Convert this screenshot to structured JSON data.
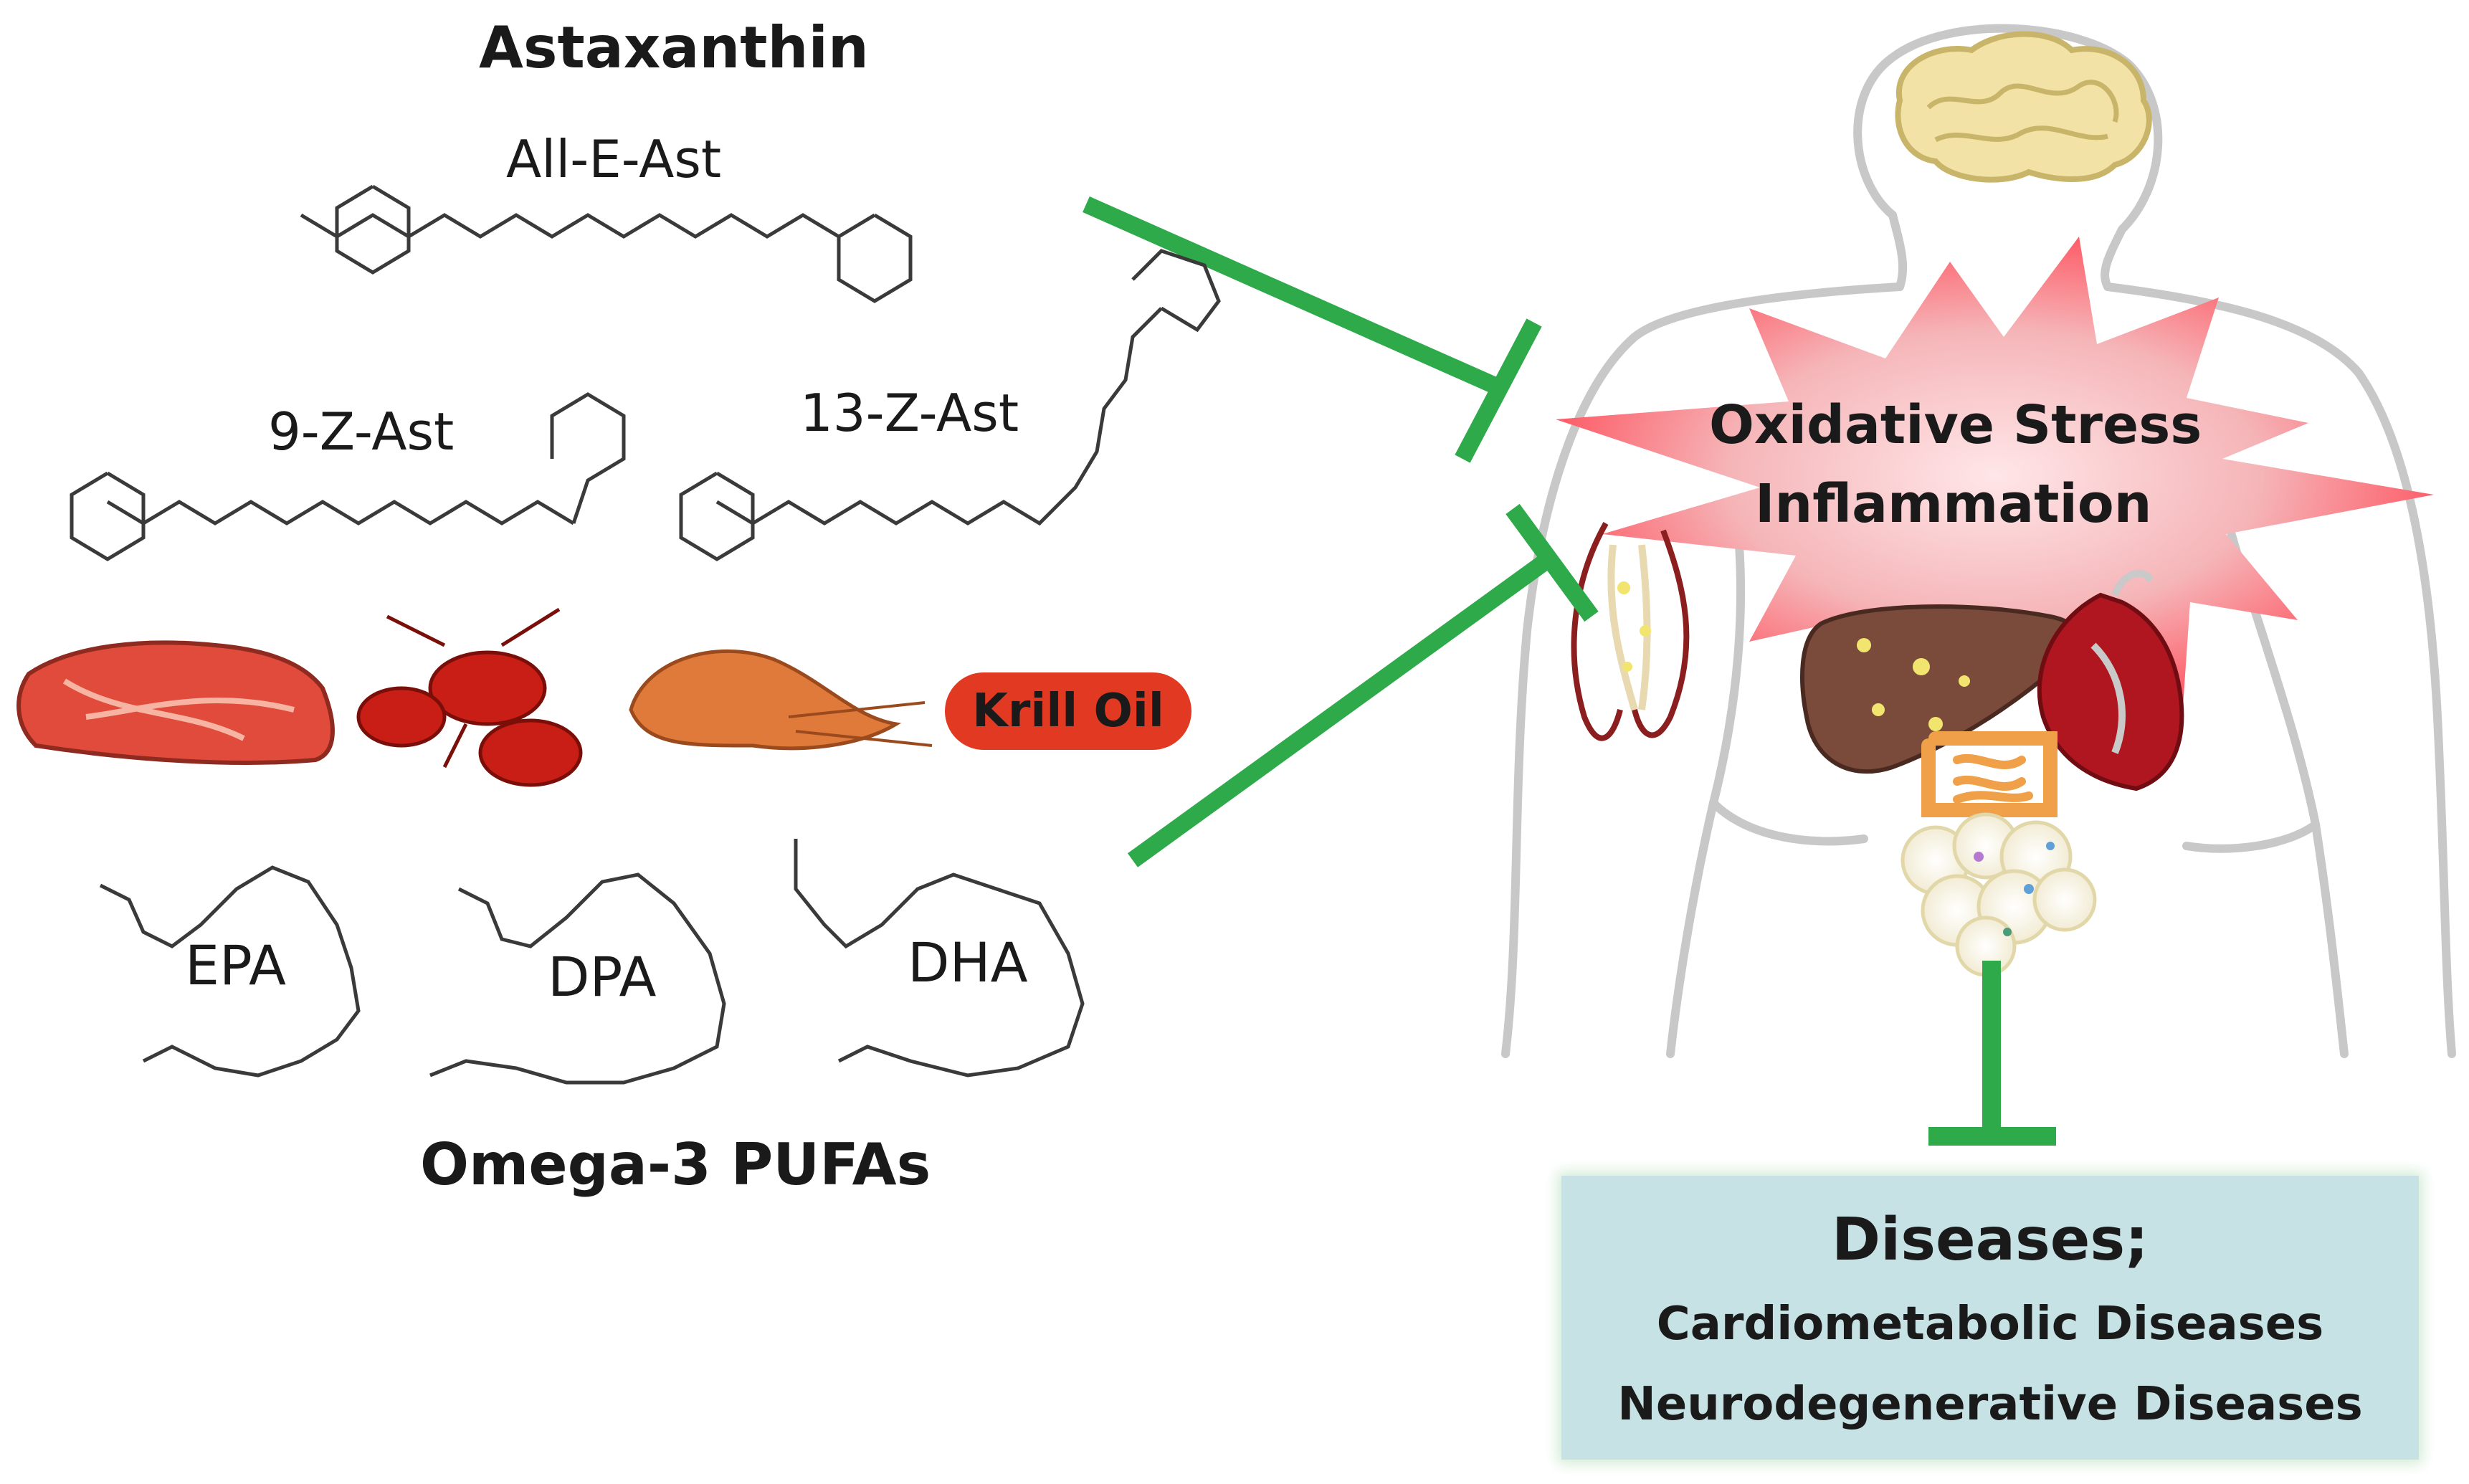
{
  "title": "Astaxanthin",
  "isomers": [
    "All-E-Ast",
    "9-Z-Ast",
    "13-Z-Ast"
  ],
  "sources": {
    "items": [
      "salmon",
      "lobster",
      "shrimp"
    ],
    "krill_label": "Krill Oil"
  },
  "pufas": {
    "items": [
      "EPA",
      "DPA",
      "DHA"
    ],
    "title": "Omega-3 PUFAs"
  },
  "burst": {
    "line1": "Oxidative Stress",
    "line2": "Inflammation"
  },
  "diseases": {
    "heading": "Diseases;",
    "items": [
      "Cardiometabolic Diseases",
      "Neurodegenerative Diseases"
    ]
  },
  "colors": {
    "inhibit_arrow": "#2eaa4a",
    "burst_fill": "#f5b5b8",
    "burst_core": "#ff7f87",
    "krill_badge": "#e23a22",
    "disease_box": "#c7e2e5",
    "body_outline": "#c8c8c8"
  },
  "icons": [
    "molecule-structure-icon",
    "brain-icon",
    "liver-icon",
    "heart-icon",
    "intestine-icon",
    "adipose-tissue-icon",
    "muscle-icon"
  ]
}
